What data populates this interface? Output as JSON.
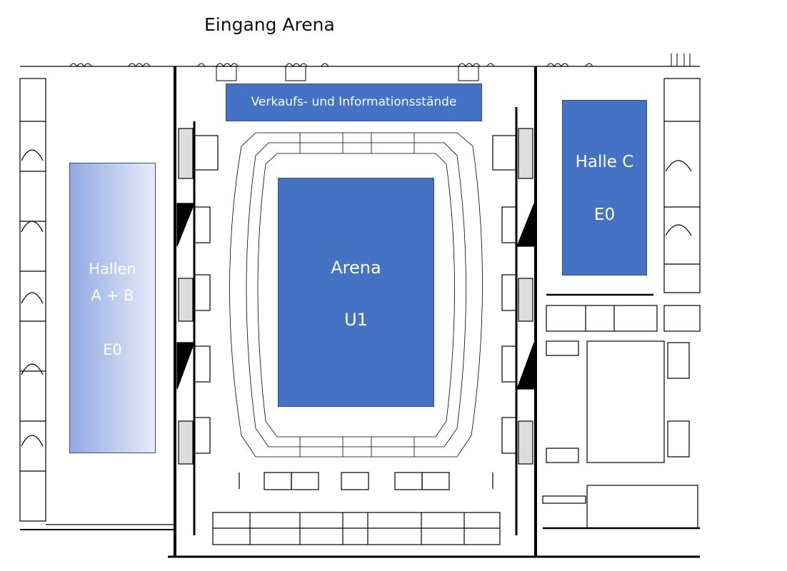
{
  "title": "Eingang Arena",
  "areas": {
    "verkauf": {
      "label": "Verkaufs- und Informationsstände"
    },
    "hallen_ab": {
      "line1": "Hallen",
      "line2": "A + B",
      "level": "E0"
    },
    "arena": {
      "name": "Arena",
      "level": "U1"
    },
    "halle_c": {
      "name": "Halle C",
      "level": "E0"
    }
  },
  "colors": {
    "area_fill": "#4472c4",
    "area_border": "#2f528f",
    "gradient_start": "#91a9e2",
    "gradient_end": "#e6ebf8",
    "walls": "#000000"
  }
}
